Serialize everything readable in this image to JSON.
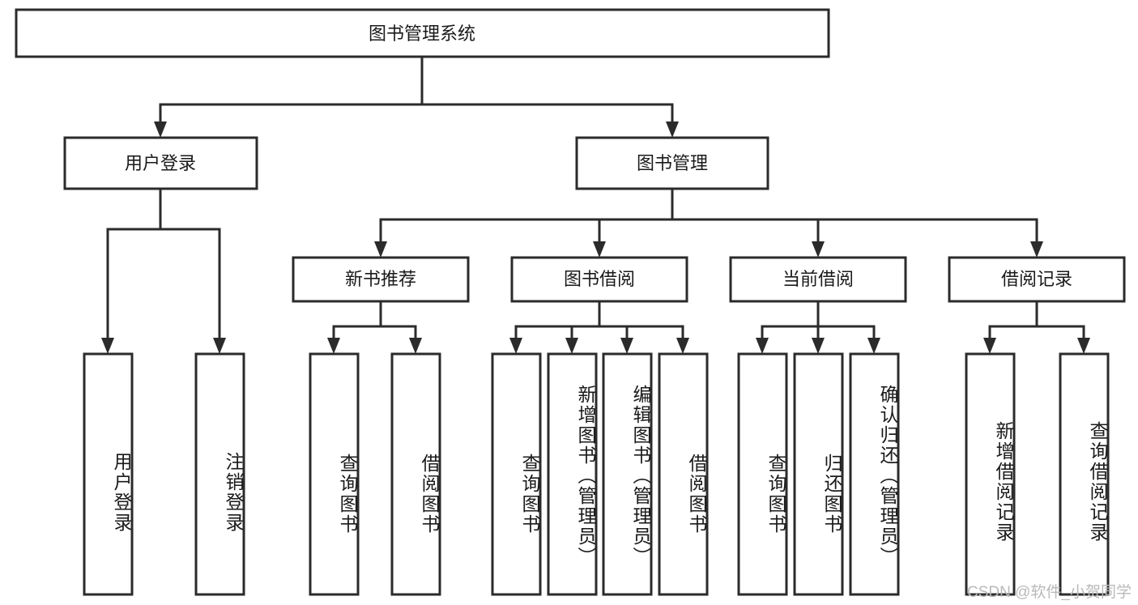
{
  "diagram": {
    "title": "图书管理系统",
    "watermark": "CSDN @软件_小贺同学",
    "colors": {
      "stroke": "#2b2b2b",
      "fill": "#ffffff",
      "text": "#1a1a1a",
      "watermark": "#b9b9b9",
      "background": "#ffffff"
    },
    "levels": {
      "root": "图书管理系统",
      "level2": [
        "用户登录",
        "图书管理"
      ],
      "level3": [
        "新书推荐",
        "图书借阅",
        "当前借阅",
        "借阅记录"
      ]
    },
    "nodes": {
      "root": {
        "label": "图书管理系统",
        "orientation": "horizontal"
      },
      "n_user_login": {
        "label": "用户登录",
        "orientation": "horizontal"
      },
      "n_book_mgmt": {
        "label": "图书管理",
        "orientation": "horizontal"
      },
      "n_new_rec": {
        "label": "新书推荐",
        "orientation": "horizontal"
      },
      "n_borrow": {
        "label": "图书借阅",
        "orientation": "horizontal"
      },
      "n_current": {
        "label": "当前借阅",
        "orientation": "horizontal"
      },
      "n_record": {
        "label": "借阅记录",
        "orientation": "horizontal"
      },
      "l_user_login": {
        "label": "用户登录",
        "orientation": "vertical"
      },
      "l_logout": {
        "label": "注销登录",
        "orientation": "vertical"
      },
      "l_query_book_1": {
        "label": "查询图书",
        "orientation": "vertical"
      },
      "l_borrow_book_1": {
        "label": "借阅图书",
        "orientation": "vertical"
      },
      "l_query_book_2": {
        "label": "查询图书",
        "orientation": "vertical"
      },
      "l_add_book": {
        "label": "新增图书（管理员）",
        "orientation": "vertical"
      },
      "l_edit_book": {
        "label": "编辑图书（管理员）",
        "orientation": "vertical"
      },
      "l_borrow_book_2": {
        "label": "借阅图书",
        "orientation": "vertical"
      },
      "l_query_book_3": {
        "label": "查询图书",
        "orientation": "vertical"
      },
      "l_return_book": {
        "label": "归还图书",
        "orientation": "vertical"
      },
      "l_confirm_return": {
        "label": "确认归还（管理员）",
        "orientation": "vertical"
      },
      "l_add_record": {
        "label": "新增借阅记录",
        "orientation": "vertical"
      },
      "l_query_record": {
        "label": "查询借阅记录",
        "orientation": "vertical"
      }
    },
    "edges": [
      {
        "from": "root",
        "to": "n_user_login"
      },
      {
        "from": "root",
        "to": "n_book_mgmt"
      },
      {
        "from": "n_user_login",
        "to": "l_user_login"
      },
      {
        "from": "n_user_login",
        "to": "l_logout"
      },
      {
        "from": "n_book_mgmt",
        "to": "n_new_rec"
      },
      {
        "from": "n_book_mgmt",
        "to": "n_borrow"
      },
      {
        "from": "n_book_mgmt",
        "to": "n_current"
      },
      {
        "from": "n_book_mgmt",
        "to": "n_record"
      },
      {
        "from": "n_new_rec",
        "to": "l_query_book_1"
      },
      {
        "from": "n_new_rec",
        "to": "l_borrow_book_1"
      },
      {
        "from": "n_borrow",
        "to": "l_query_book_2"
      },
      {
        "from": "n_borrow",
        "to": "l_add_book"
      },
      {
        "from": "n_borrow",
        "to": "l_edit_book"
      },
      {
        "from": "n_borrow",
        "to": "l_borrow_book_2"
      },
      {
        "from": "n_current",
        "to": "l_query_book_3"
      },
      {
        "from": "n_current",
        "to": "l_return_book"
      },
      {
        "from": "n_current",
        "to": "l_confirm_return"
      },
      {
        "from": "n_record",
        "to": "l_add_record"
      },
      {
        "from": "n_record",
        "to": "l_query_record"
      }
    ]
  }
}
